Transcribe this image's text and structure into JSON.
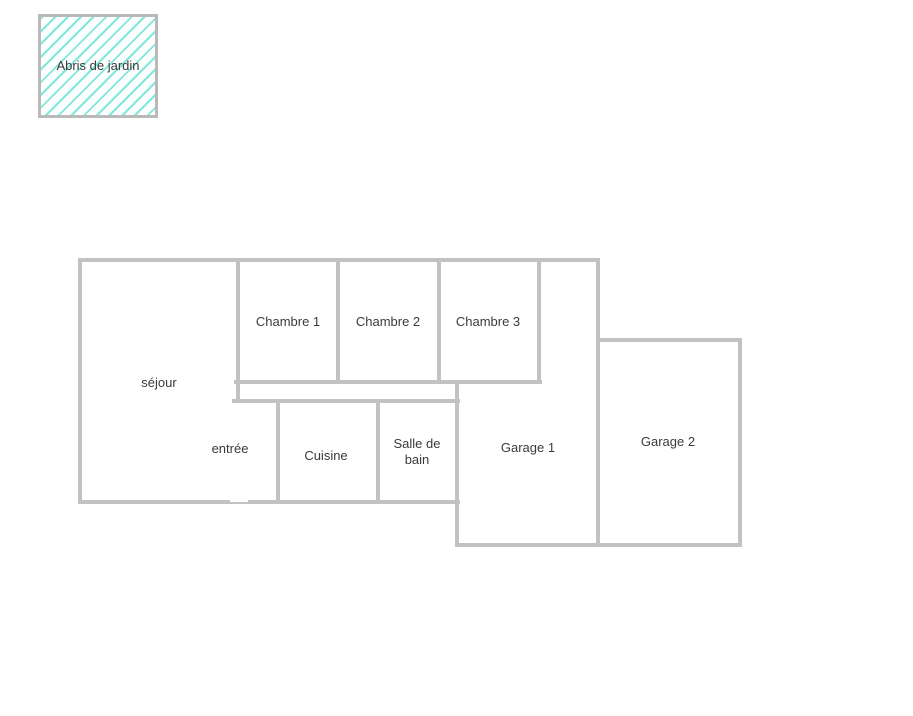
{
  "colors": {
    "wall": "#c2c2c2",
    "text": "#3a3a3a",
    "hatch": "#7fe8da",
    "shed_background": "#fdfffe",
    "shed_border": "#b9b9b9",
    "page_background": "#ffffff"
  },
  "shed": {
    "label": "Abris de jardin"
  },
  "floor_plan": {
    "rooms": {
      "sejour": {
        "label": "séjour"
      },
      "entree": {
        "label": "entrée"
      },
      "cuisine": {
        "label": "Cuisine"
      },
      "salle_de_bain": {
        "label": "Salle de bain"
      },
      "chambre1": {
        "label": "Chambre 1"
      },
      "chambre2": {
        "label": "Chambre 2"
      },
      "chambre3": {
        "label": "Chambre 3"
      },
      "garage1": {
        "label": "Garage 1"
      },
      "garage2": {
        "label": "Garage 2"
      }
    }
  }
}
